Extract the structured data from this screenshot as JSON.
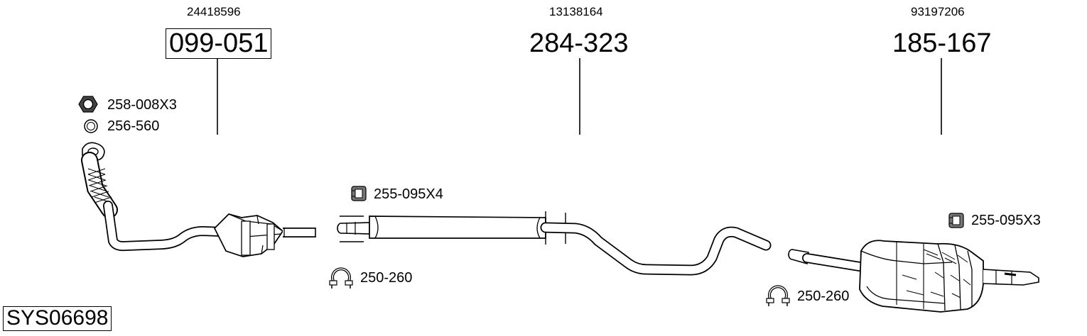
{
  "sections": [
    {
      "oe_number": "24418596",
      "part_number": "099-051"
    },
    {
      "oe_number": "13138164",
      "part_number": "284-323"
    },
    {
      "oe_number": "93197206",
      "part_number": "185-167"
    }
  ],
  "accessories": [
    {
      "label": "258-008X3",
      "icon": "nut-icon"
    },
    {
      "label": "256-560",
      "icon": "gasket-ring-icon"
    },
    {
      "label": "255-095X4",
      "icon": "rubber-mount-icon"
    },
    {
      "label": "250-260",
      "icon": "clamp-icon"
    },
    {
      "label": "250-260",
      "icon": "clamp-icon"
    },
    {
      "label": "255-095X3",
      "icon": "rubber-mount-icon"
    }
  ],
  "system_code": "SYS06698"
}
